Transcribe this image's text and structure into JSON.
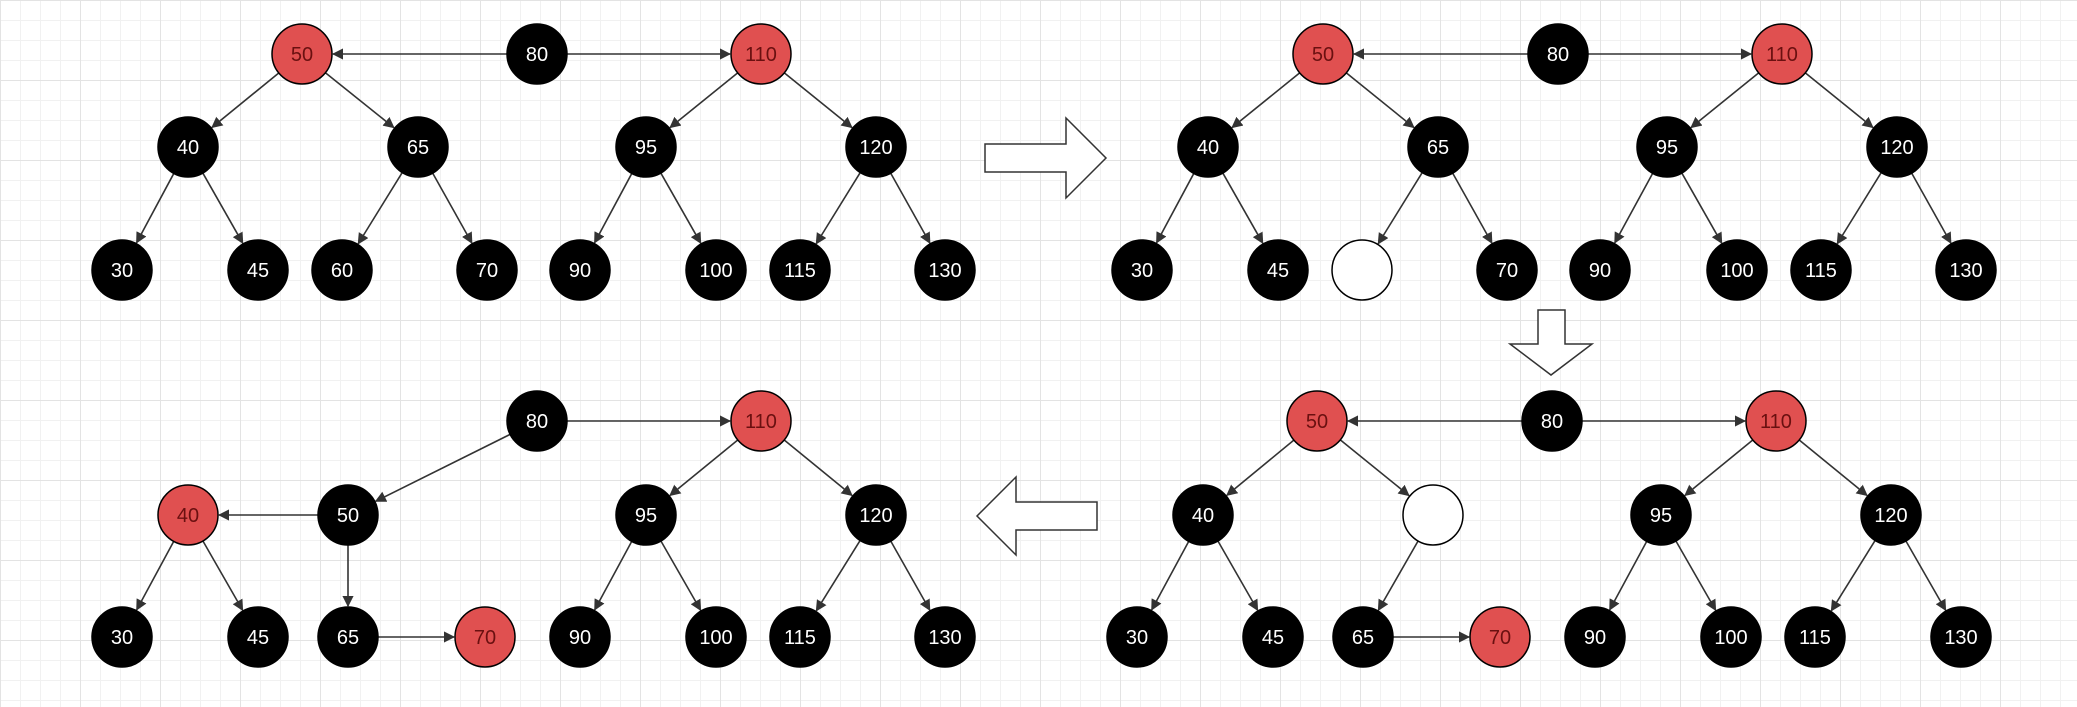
{
  "colors": {
    "black": "#000000",
    "red": "#e05050",
    "empty": "#ffffff",
    "text_on_black": "#ffffff",
    "text_on_red": "#6a1010"
  },
  "trees": [
    {
      "nodes": [
        {
          "id": "80",
          "label": "80",
          "color": "black"
        },
        {
          "id": "50",
          "label": "50",
          "color": "red"
        },
        {
          "id": "110",
          "label": "110",
          "color": "red"
        },
        {
          "id": "40",
          "label": "40",
          "color": "black"
        },
        {
          "id": "65",
          "label": "65",
          "color": "black"
        },
        {
          "id": "95",
          "label": "95",
          "color": "black"
        },
        {
          "id": "120",
          "label": "120",
          "color": "black"
        },
        {
          "id": "30",
          "label": "30",
          "color": "black"
        },
        {
          "id": "45",
          "label": "45",
          "color": "black"
        },
        {
          "id": "60",
          "label": "60",
          "color": "black"
        },
        {
          "id": "70",
          "label": "70",
          "color": "black"
        },
        {
          "id": "90",
          "label": "90",
          "color": "black"
        },
        {
          "id": "100",
          "label": "100",
          "color": "black"
        },
        {
          "id": "115",
          "label": "115",
          "color": "black"
        },
        {
          "id": "130",
          "label": "130",
          "color": "black"
        }
      ],
      "edges": [
        [
          "80",
          "50"
        ],
        [
          "80",
          "110"
        ],
        [
          "50",
          "40"
        ],
        [
          "50",
          "65"
        ],
        [
          "110",
          "95"
        ],
        [
          "110",
          "120"
        ],
        [
          "40",
          "30"
        ],
        [
          "40",
          "45"
        ],
        [
          "65",
          "60"
        ],
        [
          "65",
          "70"
        ],
        [
          "95",
          "90"
        ],
        [
          "95",
          "100"
        ],
        [
          "120",
          "115"
        ],
        [
          "120",
          "130"
        ]
      ]
    },
    {
      "nodes": [
        {
          "id": "80",
          "label": "80",
          "color": "black"
        },
        {
          "id": "50",
          "label": "50",
          "color": "red"
        },
        {
          "id": "110",
          "label": "110",
          "color": "red"
        },
        {
          "id": "40",
          "label": "40",
          "color": "black"
        },
        {
          "id": "65",
          "label": "65",
          "color": "black"
        },
        {
          "id": "95",
          "label": "95",
          "color": "black"
        },
        {
          "id": "120",
          "label": "120",
          "color": "black"
        },
        {
          "id": "30",
          "label": "30",
          "color": "black"
        },
        {
          "id": "45",
          "label": "45",
          "color": "black"
        },
        {
          "id": "e",
          "label": "",
          "color": "empty"
        },
        {
          "id": "70",
          "label": "70",
          "color": "black"
        },
        {
          "id": "90",
          "label": "90",
          "color": "black"
        },
        {
          "id": "100",
          "label": "100",
          "color": "black"
        },
        {
          "id": "115",
          "label": "115",
          "color": "black"
        },
        {
          "id": "130",
          "label": "130",
          "color": "black"
        }
      ],
      "edges": [
        [
          "80",
          "50"
        ],
        [
          "80",
          "110"
        ],
        [
          "50",
          "40"
        ],
        [
          "50",
          "65"
        ],
        [
          "110",
          "95"
        ],
        [
          "110",
          "120"
        ],
        [
          "40",
          "30"
        ],
        [
          "40",
          "45"
        ],
        [
          "65",
          "e"
        ],
        [
          "65",
          "70"
        ],
        [
          "95",
          "90"
        ],
        [
          "95",
          "100"
        ],
        [
          "120",
          "115"
        ],
        [
          "120",
          "130"
        ]
      ]
    },
    {
      "nodes": [
        {
          "id": "80",
          "label": "80",
          "color": "black"
        },
        {
          "id": "50",
          "label": "50",
          "color": "red"
        },
        {
          "id": "110",
          "label": "110",
          "color": "red"
        },
        {
          "id": "40",
          "label": "40",
          "color": "black"
        },
        {
          "id": "e",
          "label": "",
          "color": "empty"
        },
        {
          "id": "95",
          "label": "95",
          "color": "black"
        },
        {
          "id": "120",
          "label": "120",
          "color": "black"
        },
        {
          "id": "30",
          "label": "30",
          "color": "black"
        },
        {
          "id": "45",
          "label": "45",
          "color": "black"
        },
        {
          "id": "65",
          "label": "65",
          "color": "black"
        },
        {
          "id": "70",
          "label": "70",
          "color": "red"
        },
        {
          "id": "90",
          "label": "90",
          "color": "black"
        },
        {
          "id": "100",
          "label": "100",
          "color": "black"
        },
        {
          "id": "115",
          "label": "115",
          "color": "black"
        },
        {
          "id": "130",
          "label": "130",
          "color": "black"
        }
      ],
      "edges": [
        [
          "80",
          "50"
        ],
        [
          "80",
          "110"
        ],
        [
          "50",
          "40"
        ],
        [
          "50",
          "e"
        ],
        [
          "110",
          "95"
        ],
        [
          "110",
          "120"
        ],
        [
          "40",
          "30"
        ],
        [
          "40",
          "45"
        ],
        [
          "e",
          "65"
        ],
        [
          "65",
          "70"
        ],
        [
          "95",
          "90"
        ],
        [
          "95",
          "100"
        ],
        [
          "120",
          "115"
        ],
        [
          "120",
          "130"
        ]
      ]
    },
    {
      "nodes": [
        {
          "id": "80",
          "label": "80",
          "color": "black"
        },
        {
          "id": "110",
          "label": "110",
          "color": "red"
        },
        {
          "id": "50",
          "label": "50",
          "color": "black"
        },
        {
          "id": "40",
          "label": "40",
          "color": "red"
        },
        {
          "id": "95",
          "label": "95",
          "color": "black"
        },
        {
          "id": "120",
          "label": "120",
          "color": "black"
        },
        {
          "id": "30",
          "label": "30",
          "color": "black"
        },
        {
          "id": "45",
          "label": "45",
          "color": "black"
        },
        {
          "id": "65",
          "label": "65",
          "color": "black"
        },
        {
          "id": "70",
          "label": "70",
          "color": "red"
        },
        {
          "id": "90",
          "label": "90",
          "color": "black"
        },
        {
          "id": "100",
          "label": "100",
          "color": "black"
        },
        {
          "id": "115",
          "label": "115",
          "color": "black"
        },
        {
          "id": "130",
          "label": "130",
          "color": "black"
        }
      ],
      "edges": [
        [
          "80",
          "50"
        ],
        [
          "80",
          "110"
        ],
        [
          "50",
          "40"
        ],
        [
          "50",
          "65"
        ],
        [
          "110",
          "95"
        ],
        [
          "110",
          "120"
        ],
        [
          "40",
          "30"
        ],
        [
          "40",
          "45"
        ],
        [
          "65",
          "70"
        ],
        [
          "95",
          "90"
        ],
        [
          "95",
          "100"
        ],
        [
          "120",
          "115"
        ],
        [
          "120",
          "130"
        ]
      ]
    }
  ],
  "transitions": [
    {
      "direction": "right"
    },
    {
      "direction": "down"
    },
    {
      "direction": "left"
    }
  ]
}
